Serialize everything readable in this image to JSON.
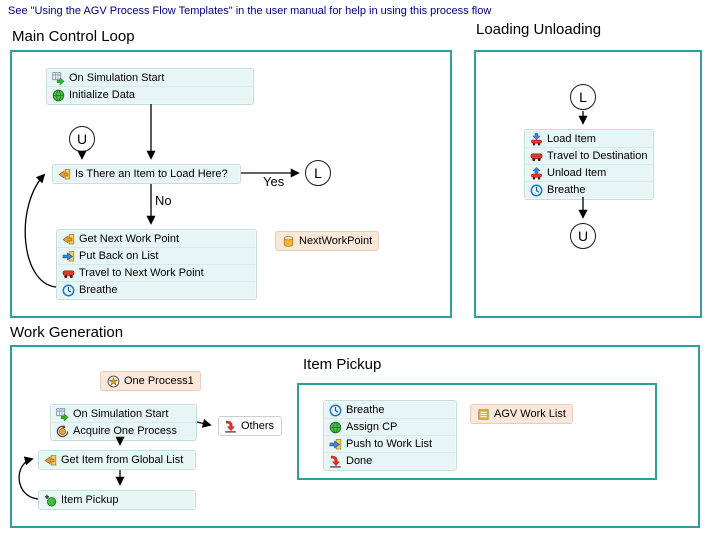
{
  "note": "See \"Using the AGV Process Flow Templates\" in the user manual for help in using this process flow",
  "colors": {
    "panel_border": "#2E9E9E",
    "note_text": "#00007B",
    "activity_block_bg": "#E7F5F4",
    "label_tag_bg": "#FBE8DB"
  },
  "main_control_loop": {
    "title": "Main Control Loop",
    "start_block": {
      "rows": [
        {
          "icon": "simulation-start-icon",
          "label": "On Simulation Start"
        },
        {
          "icon": "globe-icon",
          "label": "Initialize Data"
        }
      ]
    },
    "unload_connector": "U",
    "decision_block": {
      "rows": [
        {
          "icon": "pull-from-list-icon",
          "label": "Is There an Item to Load Here?"
        }
      ]
    },
    "load_connector": "L",
    "yes_label": "Yes",
    "no_label": "No",
    "work_block": {
      "rows": [
        {
          "icon": "pull-from-list-icon",
          "label": "Get Next Work Point"
        },
        {
          "icon": "push-to-list-icon",
          "label": "Put Back on List"
        },
        {
          "icon": "travel-icon",
          "label": "Travel to Next Work Point"
        },
        {
          "icon": "breathe-clock-icon",
          "label": "Breathe"
        }
      ]
    },
    "variable_label": "NextWorkPoint"
  },
  "loading_unloading": {
    "title": "Loading Unloading",
    "load_connector": "L",
    "block": {
      "rows": [
        {
          "icon": "load-item-icon",
          "label": "Load Item"
        },
        {
          "icon": "travel-icon",
          "label": "Travel to Destination"
        },
        {
          "icon": "unload-item-icon",
          "label": "Unload Item"
        },
        {
          "icon": "breathe-clock-icon",
          "label": "Breathe"
        }
      ]
    },
    "unload_connector": "U"
  },
  "work_generation": {
    "title": "Work Generation",
    "process_label": "One Process1",
    "start_block": {
      "rows": [
        {
          "icon": "simulation-start-icon",
          "label": "On Simulation Start"
        },
        {
          "icon": "acquire-icon",
          "label": "Acquire One Process"
        }
      ]
    },
    "others_block": {
      "rows": [
        {
          "icon": "done-icon",
          "label": "Others"
        }
      ]
    },
    "get_item_block": {
      "rows": [
        {
          "icon": "pull-from-list-icon",
          "label": "Get Item from Global List"
        }
      ]
    },
    "item_pickup_block": {
      "rows": [
        {
          "icon": "subflow-icon",
          "label": "Item Pickup"
        }
      ]
    }
  },
  "item_pickup": {
    "title": "Item Pickup",
    "block": {
      "rows": [
        {
          "icon": "breathe-clock-icon",
          "label": "Breathe"
        },
        {
          "icon": "globe-icon",
          "label": "Assign CP"
        },
        {
          "icon": "push-to-list-icon",
          "label": "Push to Work List"
        },
        {
          "icon": "done-icon",
          "label": "Done"
        }
      ]
    },
    "list_label": "AGV Work List"
  }
}
